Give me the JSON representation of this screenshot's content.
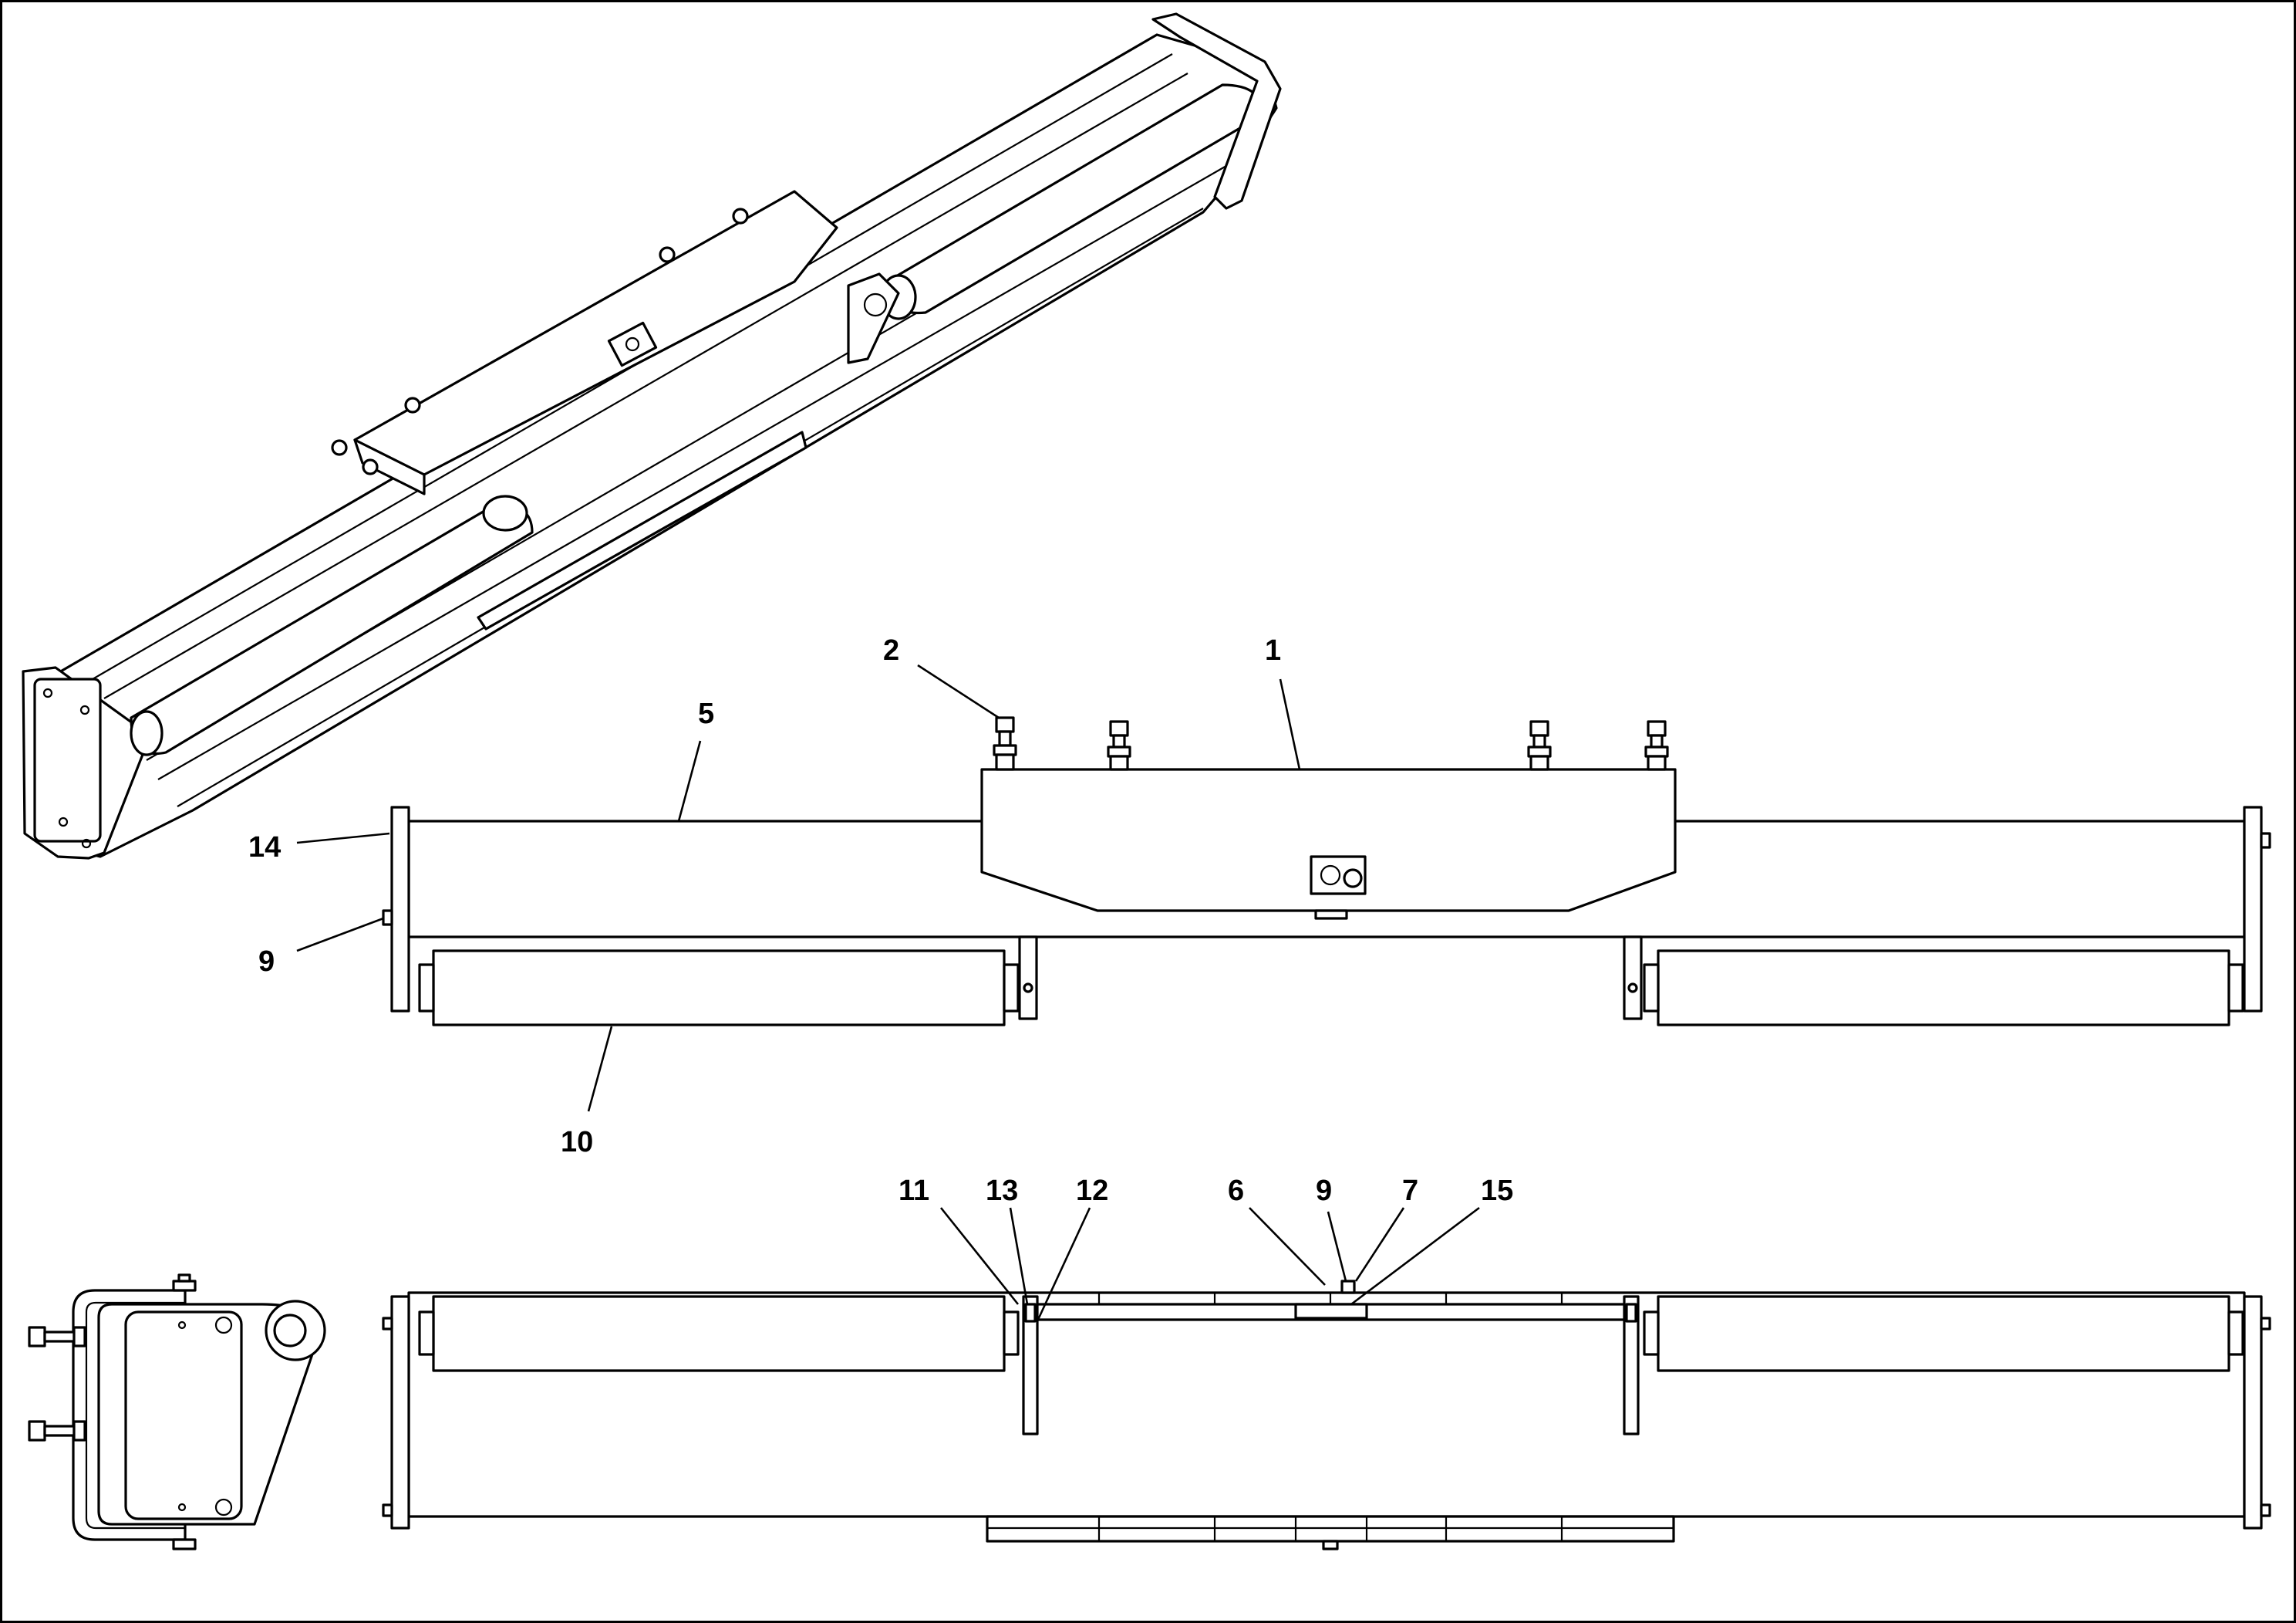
{
  "drawing": {
    "type": "exploded-parts-illustration",
    "views": [
      "isometric",
      "front-elevation",
      "top-plan",
      "end-view"
    ],
    "line_color": "#000000",
    "background_color": "#ffffff"
  },
  "callouts": {
    "c1": "1",
    "c2": "2",
    "c5": "5",
    "c14": "14",
    "c9a": "9",
    "c10": "10",
    "c11": "11",
    "c13": "13",
    "c12": "12",
    "c6": "6",
    "c9b": "9",
    "c7": "7",
    "c15": "15"
  }
}
